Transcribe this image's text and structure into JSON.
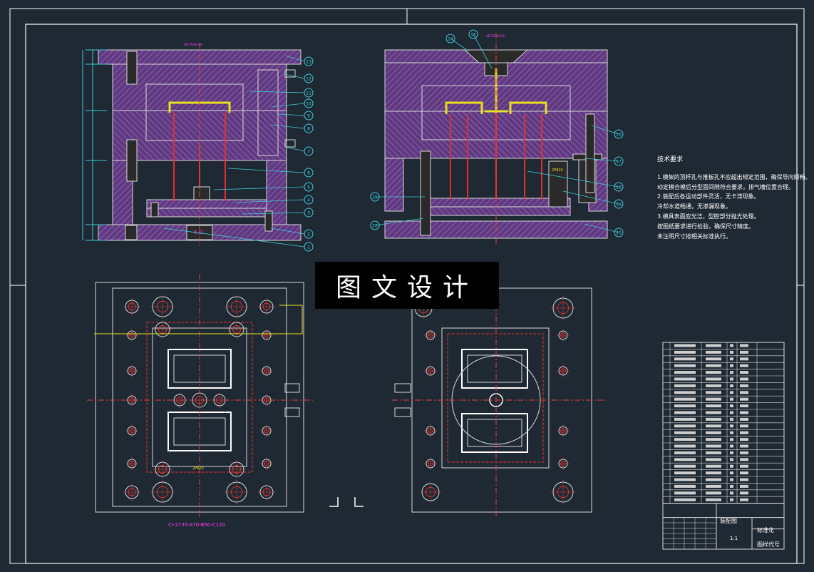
{
  "drawing": {
    "sheet": {
      "background": "#1f2933"
    },
    "watermark": "图文设计",
    "section_a_label": "SECTION A-A",
    "section_b_label": "SECTION B-B",
    "mold_base_designation": "CI-2735-A70-B50-C120",
    "kd_label": "K.O",
    "cavity_label_left": "2P820",
    "cavity_label_right": "2P820",
    "technical_requirements": {
      "title": "技术要求",
      "lines": [
        "1.模架的顶杆孔与推板孔不应超出规定范围，确保导向顺畅。",
        "动定模合模后分型面间隙符合要求，排气槽位置合理。",
        "2.装配后各运动部件灵活，无卡滞现象。",
        "冷却水道畅通，无渗漏现象。",
        "3.模具表面应光洁，型腔部分抛光处理。",
        "按图纸要求进行检验，确保尺寸精度。",
        "未注明尺寸按相关标准执行。"
      ]
    },
    "title_block": {
      "drawing_name": "装配图",
      "label_1": "标准化",
      "label_2": "图样代号",
      "scale": "1:1"
    },
    "callouts_left": [
      "13",
      "12",
      "11",
      "10",
      "9",
      "8",
      "7",
      "6",
      "5",
      "4",
      "3",
      "2",
      "1"
    ],
    "callouts_right": [
      "14",
      "15",
      "16",
      "17",
      "18",
      "19",
      "20",
      "21",
      "22"
    ],
    "colors": {
      "frame": "#ffffff",
      "line": "#d8d8d8",
      "hatch": "#a050c8",
      "plate": "#6a3f8a",
      "rod": "#e03030",
      "center": "#e04040",
      "cyan": "#40c8d8",
      "yellow": "#e8e020",
      "magenta": "#ff40ff"
    }
  }
}
